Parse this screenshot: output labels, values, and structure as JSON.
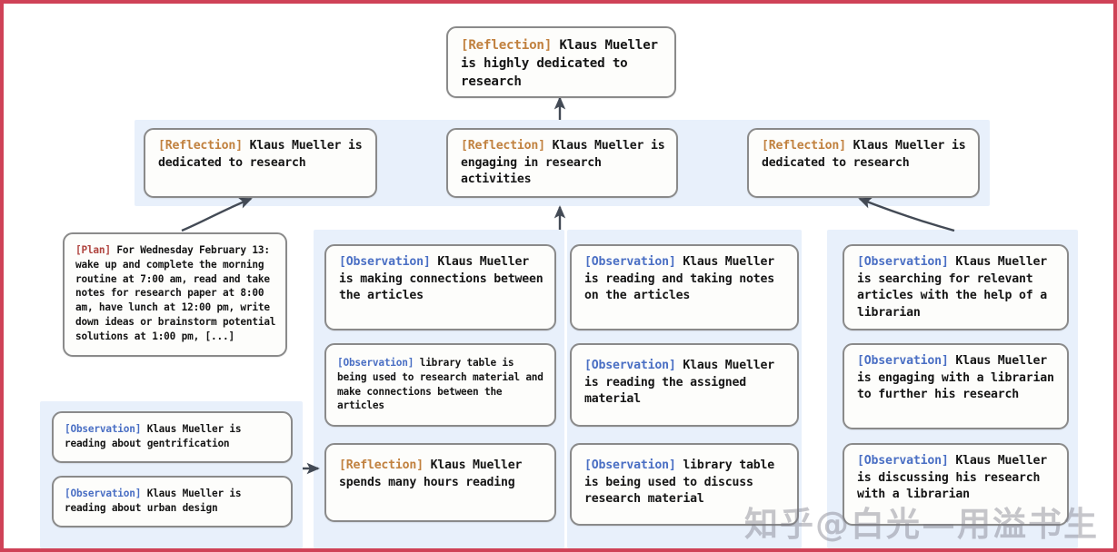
{
  "figure": {
    "border_color": "#cf4257",
    "band_color": "#e8f0fb",
    "box_bg": "#fdfdfb",
    "box_border": "#8a8a8a",
    "tag_colors": {
      "reflection": "#c1813f",
      "observation": "#4a6fc4",
      "plan": "#b0453f"
    }
  },
  "top": {
    "node": {
      "tag": "[Reflection]",
      "type": "reflection",
      "text": " Klaus Mueller is highly dedicated to research"
    }
  },
  "reflection_row": [
    {
      "tag": "[Reflection]",
      "type": "reflection",
      "text": " Klaus Mueller is dedicated to research"
    },
    {
      "tag": "[Reflection]",
      "type": "reflection",
      "text": " Klaus Mueller is engaging in research activities"
    },
    {
      "tag": "[Reflection]",
      "type": "reflection",
      "text": " Klaus Mueller is dedicated to research"
    }
  ],
  "plan_node": {
    "tag": "[Plan]",
    "type": "plan",
    "text": " For Wednesday February 13: wake up and complete the morning routine at 7:00 am, read and take notes for research paper at 8:00 am, have lunch at 12:00 pm, write down ideas or brainstorm potential solutions at 1:00 pm, [...]"
  },
  "column_left": [
    {
      "tag": "[Observation]",
      "type": "observation",
      "text": " Klaus Mueller is reading about gentrification"
    },
    {
      "tag": "[Observation]",
      "type": "observation",
      "text": " Klaus Mueller is reading about urban design"
    }
  ],
  "column_one": [
    {
      "tag": "[Observation]",
      "type": "observation",
      "text": " Klaus Mueller is making connections between the articles"
    },
    {
      "tag": "[Observation]",
      "type": "observation",
      "text": " library table is being used to research material and make connections between the articles"
    },
    {
      "tag": "[Reflection]",
      "type": "reflection",
      "text": " Klaus Mueller spends many hours reading"
    }
  ],
  "column_two": [
    {
      "tag": "[Observation]",
      "type": "observation",
      "text": " Klaus Mueller is reading and taking notes on the articles"
    },
    {
      "tag": "[Observation]",
      "type": "observation",
      "text": " Klaus Mueller is reading the assigned material"
    },
    {
      "tag": "[Observation]",
      "type": "observation",
      "text": " library table is being used to discuss research material"
    }
  ],
  "column_three": [
    {
      "tag": "[Observation]",
      "type": "observation",
      "text": " Klaus Mueller is searching for relevant articles with the help of a librarian"
    },
    {
      "tag": "[Observation]",
      "type": "observation",
      "text": " Klaus Mueller is engaging with a librarian to further his research"
    },
    {
      "tag": "[Observation]",
      "type": "observation",
      "text": " Klaus Mueller is discussing his research with a librarian"
    }
  ],
  "watermark": {
    "zhihu": "知乎",
    "handle": "@白光—用溢书生"
  }
}
